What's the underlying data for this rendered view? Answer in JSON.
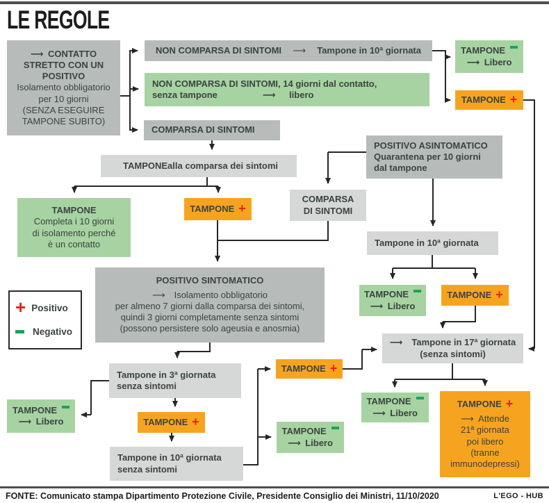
{
  "page": {
    "title": "LE REGOLE",
    "source": "FONTE: Comunicato stampa Dipartimento Protezione Civile, Presidente Consiglio dei Ministri, 11/10/2020",
    "credit": "L'EGO - HUB"
  },
  "icons": {
    "arrow_right": "⟶",
    "positive_sign": "+",
    "negative_sign": "−"
  },
  "colors": {
    "dark_gray_box": "#b7bcba",
    "light_gray_box": "#d5d8d6",
    "green_box": "#a7d3a2",
    "orange_box": "#f6a41f",
    "positive_red": "#e32119",
    "negative_green": "#1aa45c",
    "text": "#3b4340",
    "line": "#262626"
  },
  "legend": {
    "positive": "Positivo",
    "negative": "Negativo"
  },
  "labels": {
    "tampone": "TAMPONE",
    "libero": "⟶ Libero"
  },
  "nodes": {
    "contatto": {
      "title": "⟶ CONTATTO\nSTRETTO CON UN\nPOSITIVO",
      "body": "Isolamento obbligatorio\nper 10 giorni\n(SENZA ESEGUIRE\nTAMPONE SUBITO)"
    },
    "non_comparsa": {
      "left": "NON COMPARSA DI SINTOMI",
      "right": "Tampone in 10ª giornata"
    },
    "non_comparsa_14": {
      "text": "NON COMPARSA DI SINTOMI, 14 giorni dal contatto,\nsenza tampone     ⟶  libero"
    },
    "comparsa_1": {
      "text": "COMPARSA DI SINTOMI"
    },
    "tampone_comparsa": {
      "strong": "TAMPONE",
      "rest": " alla comparsa dei sintomi"
    },
    "positivo_asintomatico": {
      "title": "POSITIVO ASINTOMATICO",
      "body": "Quarantena per 10 giorni\ndal tampone"
    },
    "tampone_completa": {
      "title": "TAMPONE",
      "body": "Completa i 10 giorni\ndi isolamento perché\nè un contatto"
    },
    "comparsa_2": {
      "text": "COMPARSA\nDI SINTOMI"
    },
    "tampone_10": {
      "text": "Tampone in 10ª giornata"
    },
    "positivo_sintomatico": {
      "title": "POSITIVO SINTOMATICO",
      "body": "⟶ Isolamento obbligatorio\nper almeno 7 giorni dalla comparsa dei sintomi,\nquindi 3 giorni completamente senza sintomi\n(possono persistere solo ageusia e anosmia)"
    },
    "tampone_3g": {
      "text": "Tampone in 3ª giornata\nsenza sintomi"
    },
    "tampone_17": {
      "text": "⟶ Tampone in 17ª giornata\n(senza sintomi)"
    },
    "tampone_attende": {
      "title": "TAMPONE",
      "body": "⟶ Attende\n21ª giornata\npoi libero\n(tranne\nimmunodepressi)"
    },
    "tampone_10_senza": {
      "text": "Tampone in 10ª giornata\nsenza sintomi"
    }
  }
}
